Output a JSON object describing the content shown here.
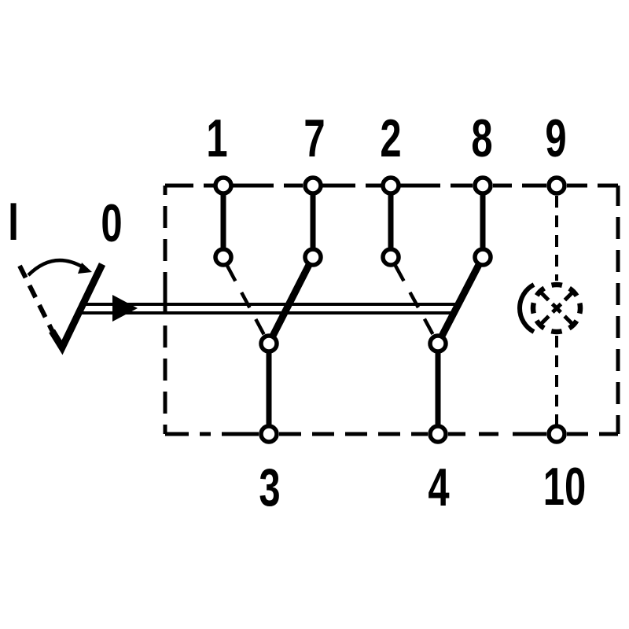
{
  "diagram": {
    "type": "switch-wiring-schematic",
    "colors": {
      "background": "#ffffff",
      "line": "#000000"
    },
    "switch_positions": {
      "on": "I",
      "off": "0"
    },
    "terminals": {
      "top": [
        "1",
        "7",
        "2",
        "8",
        "9"
      ],
      "bottom": [
        "3",
        "4",
        "10"
      ]
    },
    "connections": {
      "closed_contacts": [
        "7-3",
        "8-4"
      ],
      "open_contacts": [
        "1-3",
        "2-4"
      ],
      "illumination_circuit": "9-10"
    },
    "symbols": [
      "switch-lever",
      "rotation-arrow",
      "actuator-bar-arrow",
      "lamp"
    ]
  },
  "labels": {
    "t1": "1",
    "t7": "7",
    "t2": "2",
    "t8": "8",
    "t9": "9",
    "t3": "3",
    "t4": "4",
    "t10": "10",
    "pos_on": "I",
    "pos_off": "0"
  }
}
